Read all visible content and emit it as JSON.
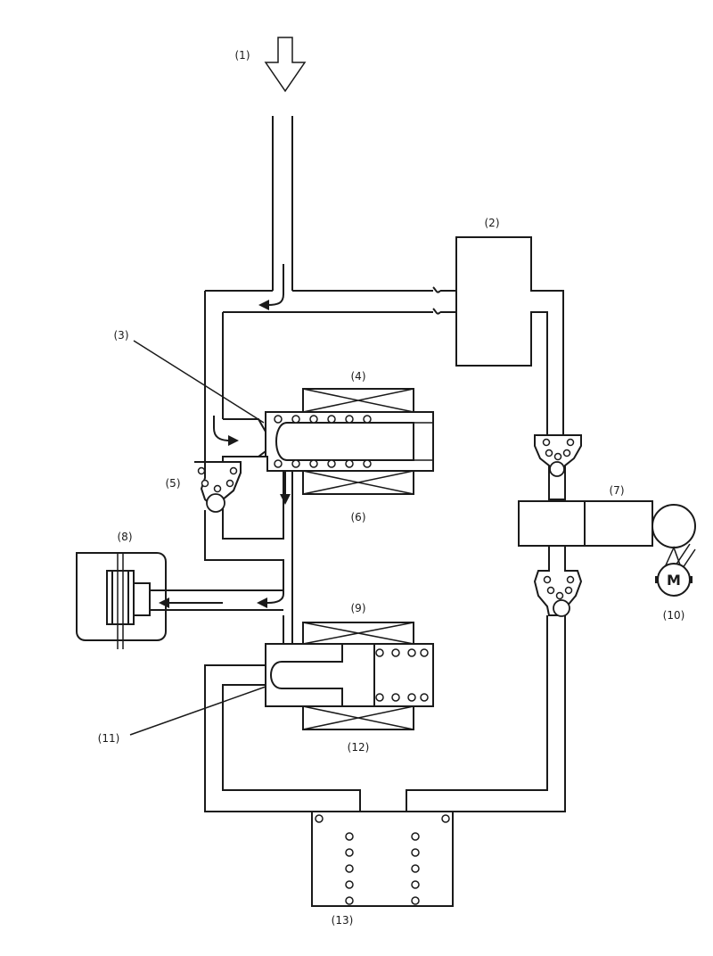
{
  "callouts": {
    "c1": "(1)",
    "c2": "(2)",
    "c3": "(3)",
    "c4": "(4)",
    "c5": "(5)",
    "c6": "(6)",
    "c7": "(7)",
    "c8": "(8)",
    "c9": "(9)",
    "c10": "(10)",
    "c11": "(11)",
    "c12": "(12)",
    "c13": "(13)"
  },
  "motor": {
    "letter": "M"
  }
}
